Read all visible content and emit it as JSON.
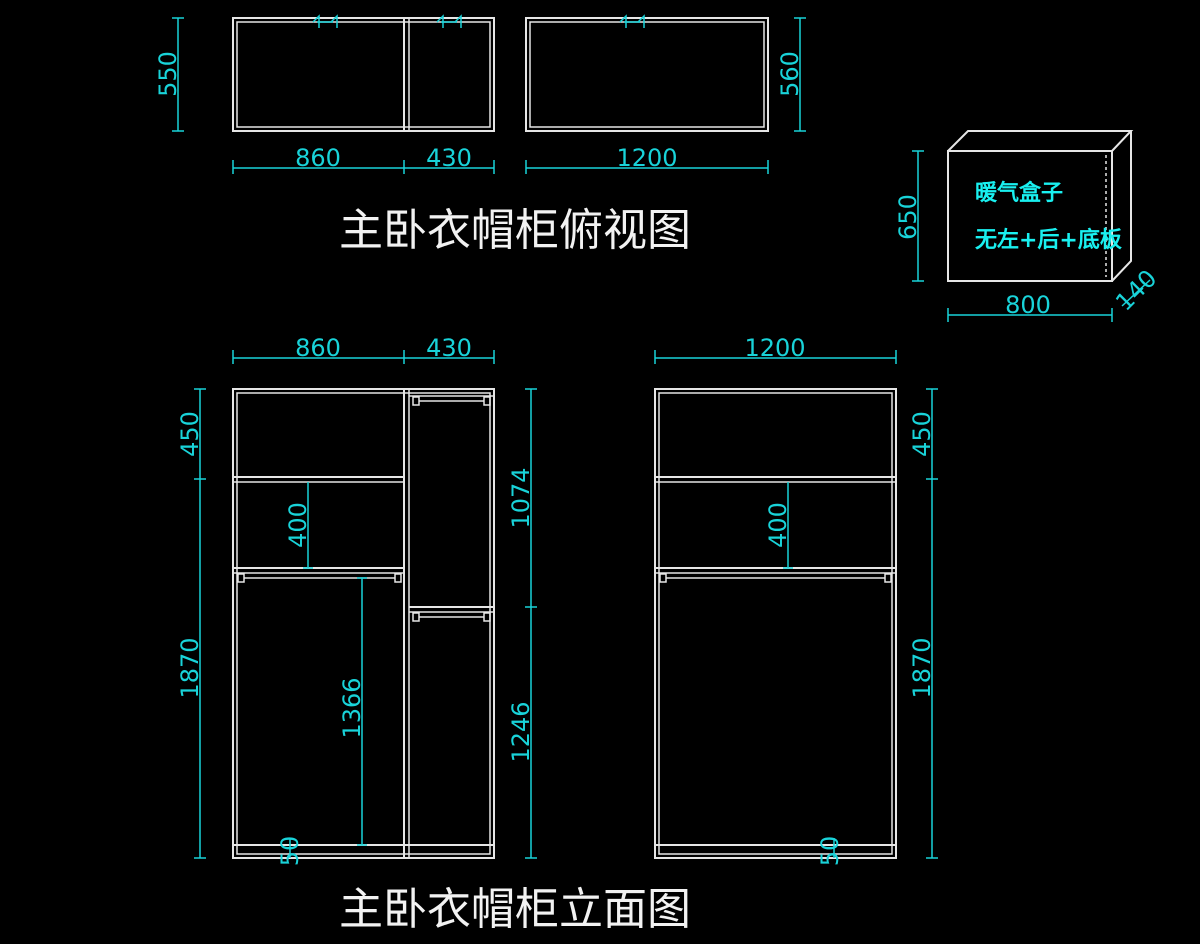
{
  "titles": {
    "top_view": "主卧衣帽柜俯视图",
    "elevation": "主卧衣帽柜立面图"
  },
  "radiator_note": {
    "line1": "暖气盒子",
    "line2": "无左+后+底板"
  },
  "dims": {
    "top_left_depth": "550",
    "top_right_depth": "560",
    "top_w_860": "860",
    "top_w_430": "430",
    "top_w_1200": "1200",
    "box_h": "650",
    "box_w": "800",
    "box_d": "140",
    "elev_w_860": "860",
    "elev_w_430": "430",
    "elev_w_1200": "1200",
    "left_450": "450",
    "left_1870": "1870",
    "inner_400_left": "400",
    "inner_1366": "1366",
    "inner_50_left": "50",
    "mid_1074": "1074",
    "mid_1246": "1246",
    "right_inner_400": "400",
    "right_inner_50": "50",
    "right_450": "450",
    "right_1870": "1870"
  },
  "colors": {
    "background": "#000000",
    "lines": "#e6e6e6",
    "dimensions": "#19d3d9",
    "note": "#19f0f0"
  }
}
